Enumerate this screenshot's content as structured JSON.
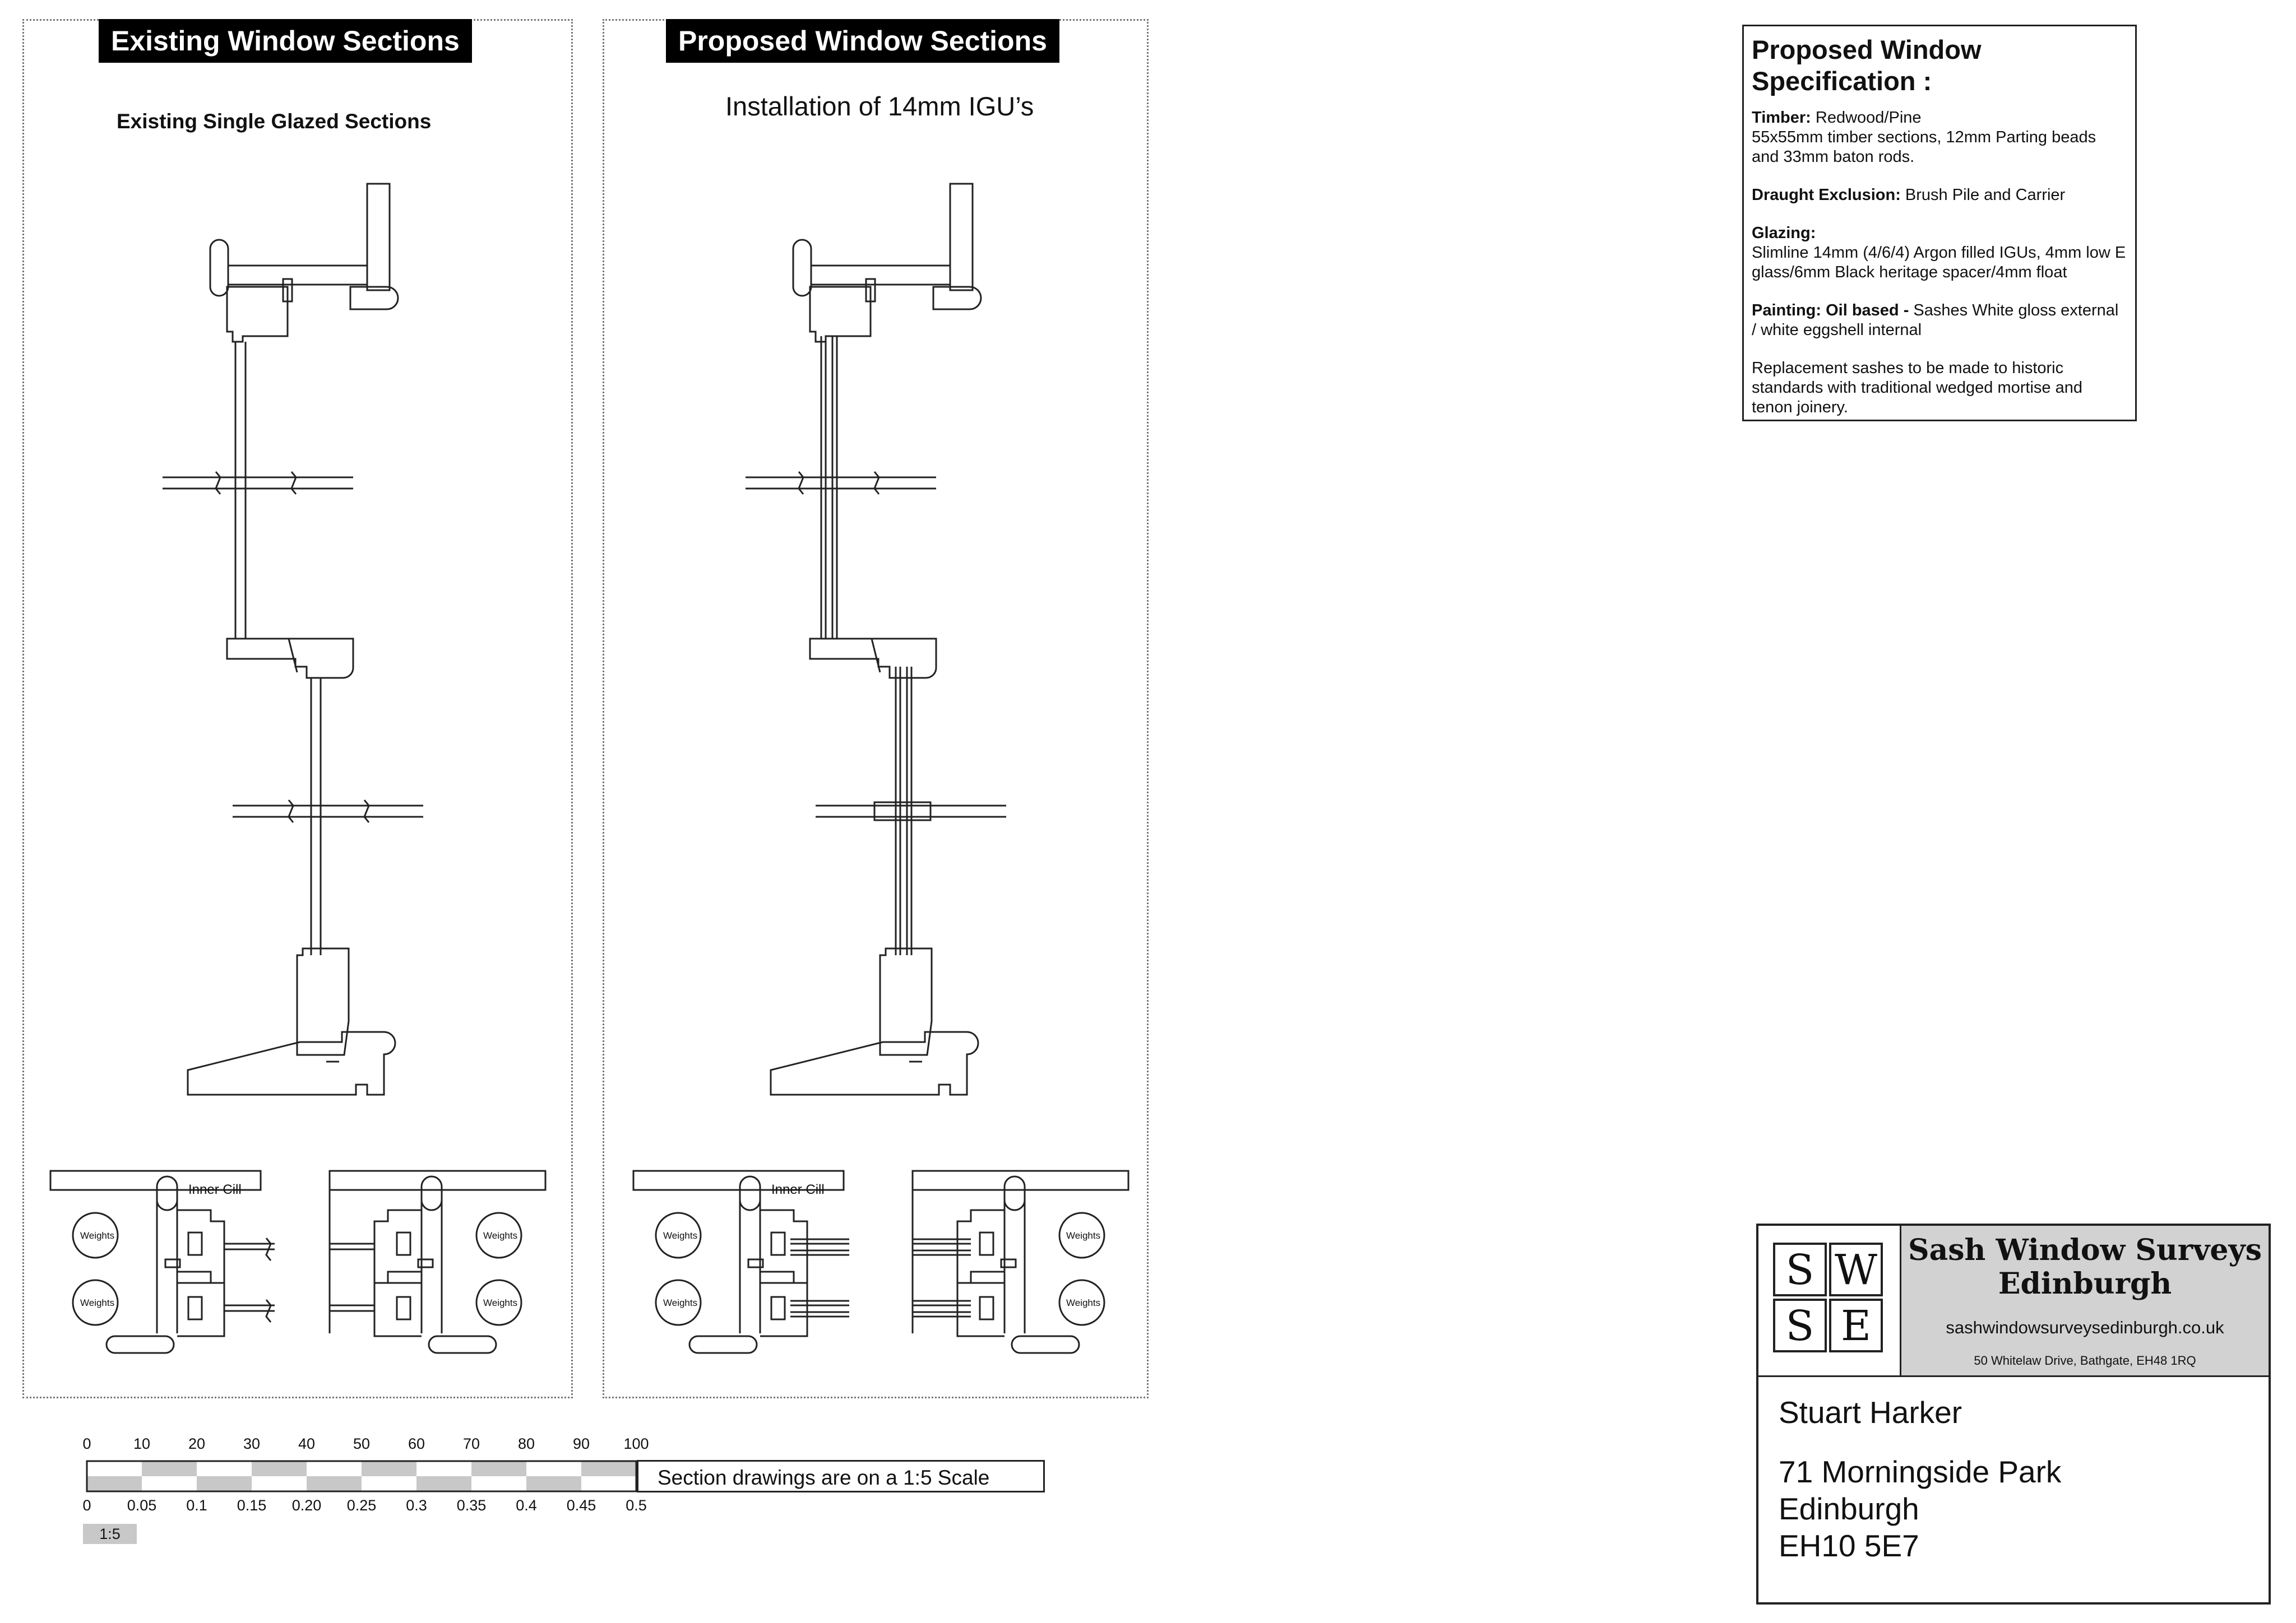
{
  "left_panel": {
    "header": "Existing Window Sections",
    "subtitle": "Existing Single Glazed Sections",
    "inner_cill_label": "Inner Cill",
    "weights_label": "Weights"
  },
  "right_panel": {
    "header": "Proposed Window Sections",
    "subtitle": "Installation of 14mm IGU’s",
    "inner_cill_label": "Inner Cill",
    "weights_label": "Weights"
  },
  "spec": {
    "title": "Proposed Window Specification :",
    "timber_label": "Timber:",
    "timber_value": "Redwood/Pine",
    "timber_detail": "55x55mm timber sections, 12mm Parting beads and 33mm baton rods.",
    "draught_label": "Draught Exclusion:",
    "draught_value": "Brush Pile and Carrier",
    "glazing_label": "Glazing:",
    "glazing_detail": "Slimline 14mm (4/6/4) Argon filled IGUs, 4mm low E glass/6mm Black heritage spacer/4mm float",
    "painting_label": "Painting: Oil based -",
    "painting_value": "Sashes White gloss external / white eggshell internal",
    "replacement_note": "Replacement sashes to be made to historic standards with traditional wedged mortise and tenon joinery."
  },
  "scale": {
    "top_labels": [
      "0",
      "10",
      "20",
      "30",
      "40",
      "50",
      "60",
      "70",
      "80",
      "90",
      "100"
    ],
    "bottom_labels": [
      "0",
      "0.05",
      "0.1",
      "0.15",
      "0.20",
      "0.25",
      "0.3",
      "0.35",
      "0.4",
      "0.45",
      "0.5"
    ],
    "note": "Section drawings are on a 1:5 Scale",
    "ratio_tag": "1:5",
    "colors": {
      "fill": "#c8c8c8",
      "stroke": "#222222"
    }
  },
  "title_block": {
    "logo_letters": [
      "S",
      "W",
      "S",
      "E"
    ],
    "company_line1": "Sash Window Surveys",
    "company_line2": "Edinburgh",
    "website": "sashwindowsurveysedinburgh.co.uk",
    "company_address": "50 Whitelaw Drive, Bathgate, EH48 1RQ",
    "client_name": "Stuart Harker",
    "client_address_line1": "71 Morningside Park",
    "client_address_line2": "Edinburgh",
    "client_address_line3": "EH10 5E7"
  }
}
